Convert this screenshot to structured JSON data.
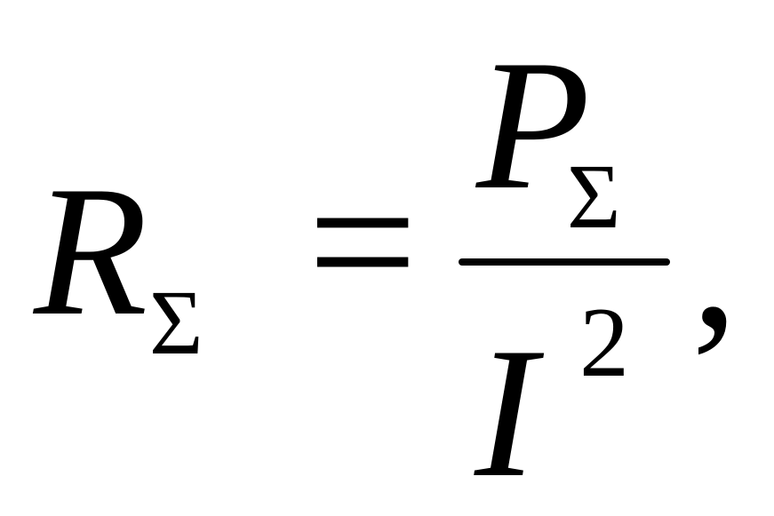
{
  "formula": {
    "lhs": {
      "symbol": "R",
      "subscript": "Σ"
    },
    "operator": "=",
    "fraction": {
      "numerator": {
        "symbol": "P",
        "subscript": "Σ"
      },
      "denominator": {
        "symbol": "I",
        "superscript": "2"
      }
    },
    "trailing": ","
  }
}
